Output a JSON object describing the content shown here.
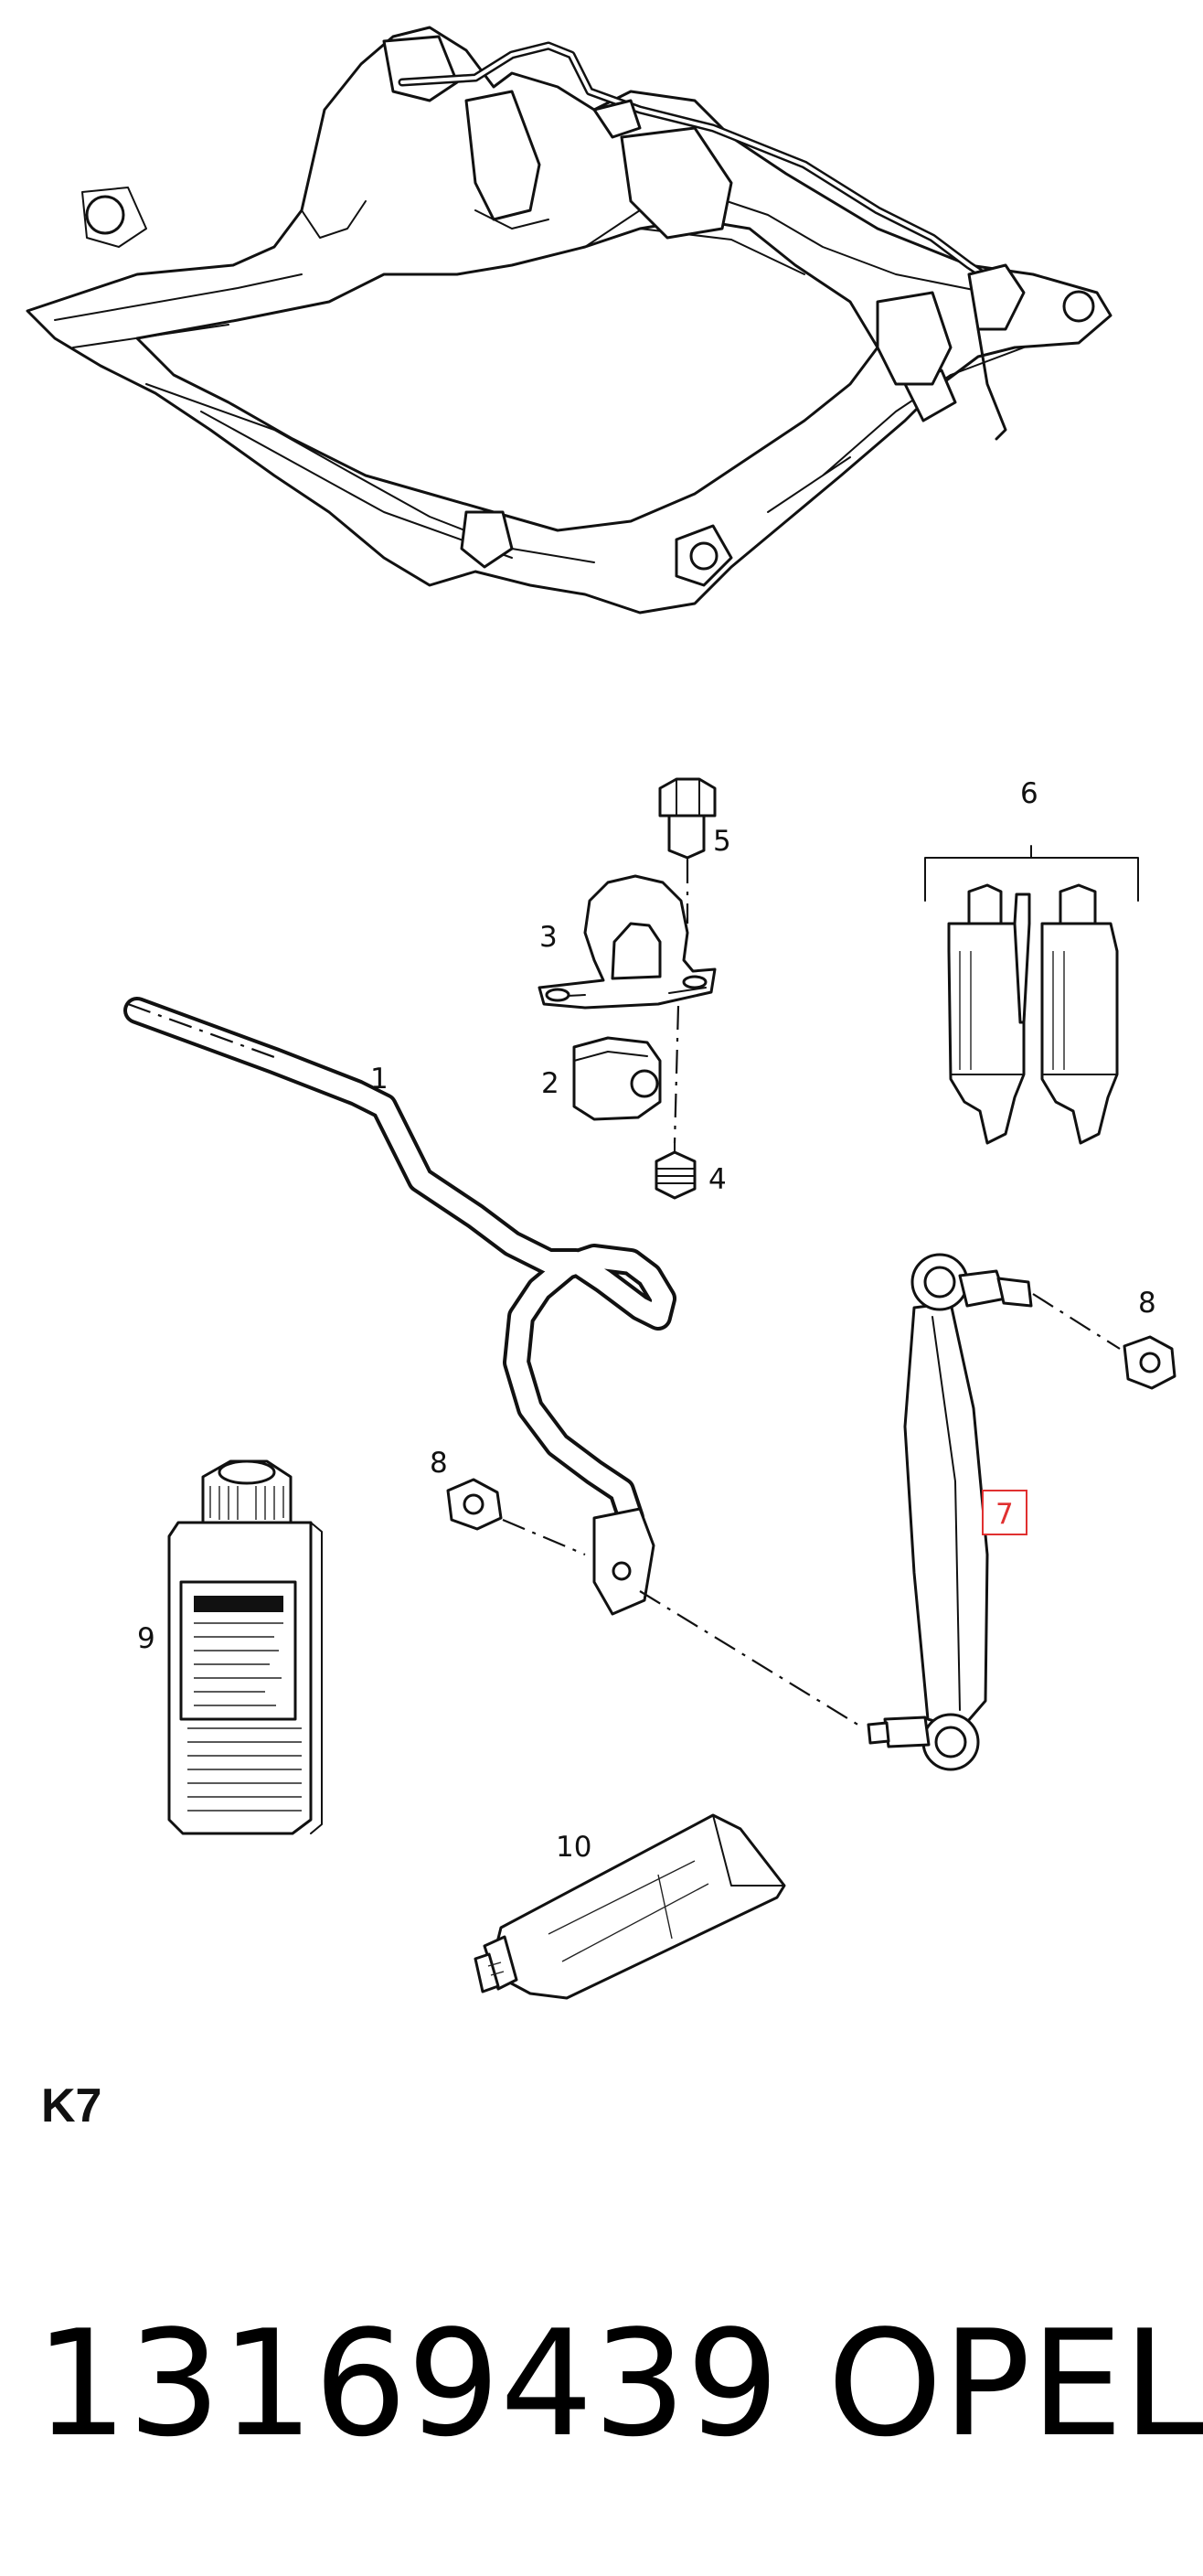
{
  "diagram": {
    "callouts": {
      "c1": "1",
      "c2": "2",
      "c3": "3",
      "c4": "4",
      "c5": "5",
      "c6": "6",
      "c7": "7",
      "c8a": "8",
      "c8b": "8",
      "c9": "9",
      "c10": "10"
    },
    "highlight_color": "#e03030",
    "highlighted_part": "7"
  },
  "footer": {
    "section_code": "K7",
    "part_number": "13169439",
    "brand": "OPEL"
  }
}
